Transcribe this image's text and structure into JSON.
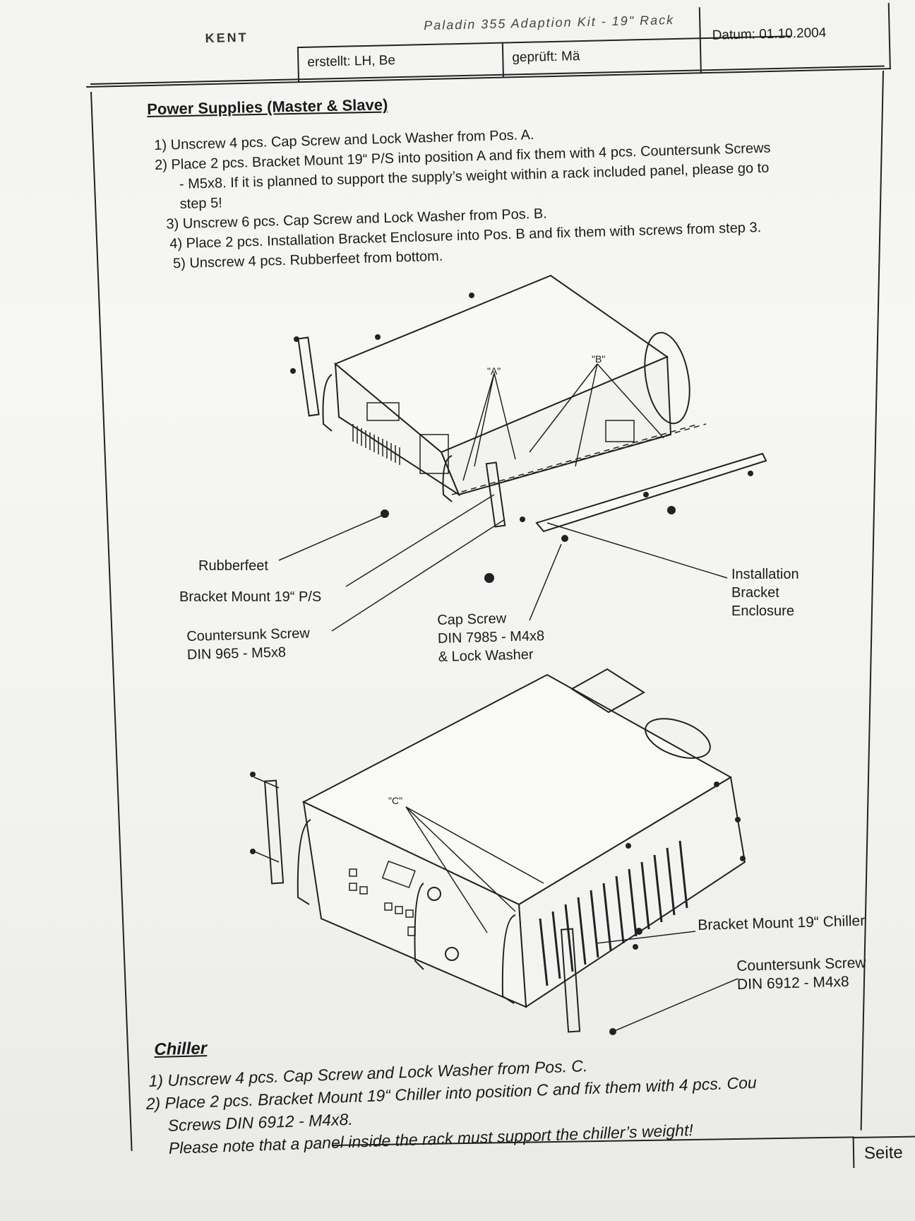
{
  "header": {
    "logo": "KENT",
    "title": "Paladin 355 Adaption Kit - 19\" Rack",
    "created": "erstellt: LH, Be",
    "checked": "geprüft: Mä",
    "date": "Datum: 01.10.2004"
  },
  "power_supplies": {
    "title": "Power Supplies (Master & Slave)",
    "steps": [
      "1) Unscrew 4 pcs. Cap Screw and Lock Washer from Pos. A.",
      "2) Place 2 pcs. Bracket Mount 19“ P/S into position A and fix them with 4 pcs. Countersunk Screws",
      "- M5x8. If it is planned to support the supply’s weight within a rack included panel, please go to",
      "step 5!",
      "3) Unscrew 6 pcs. Cap Screw and Lock Washer from Pos. B.",
      "4) Place 2 pcs. Installation Bracket Enclosure into Pos. B and fix them with screws from step 3.",
      "5) Unscrew 4 pcs. Rubberfeet from bottom."
    ]
  },
  "diagram1": {
    "pos_a": "\"A\"",
    "pos_b": "\"B\"",
    "labels": {
      "rubberfeet": "Rubberfeet",
      "bracket_ps": "Bracket Mount 19“ P/S",
      "countersunk_1": "Countersunk Screw",
      "countersunk_2": "DIN 965 - M5x8",
      "cap_1": "Cap Screw",
      "cap_2": "DIN 7985 - M4x8",
      "cap_3": "& Lock Washer",
      "install_1": "Installation",
      "install_2": "Bracket",
      "install_3": "Enclosure"
    }
  },
  "diagram2": {
    "pos_c": "\"C\"",
    "labels": {
      "bracket_chiller": "Bracket Mount 19“ Chiller",
      "countersunk_1": "Countersunk Screw",
      "countersunk_2": "DIN 6912 - M4x8"
    }
  },
  "chiller": {
    "title": "Chiller",
    "steps": [
      "1) Unscrew 4 pcs. Cap Screw and Lock Washer from Pos. C.",
      "2) Place 2 pcs. Bracket Mount 19“ Chiller into position C and fix them with 4 pcs. Cou",
      "Screws DIN 6912 - M4x8.",
      "Please note that a panel inside the rack must support the chiller’s weight!"
    ]
  },
  "footer": {
    "page": "Seite"
  }
}
